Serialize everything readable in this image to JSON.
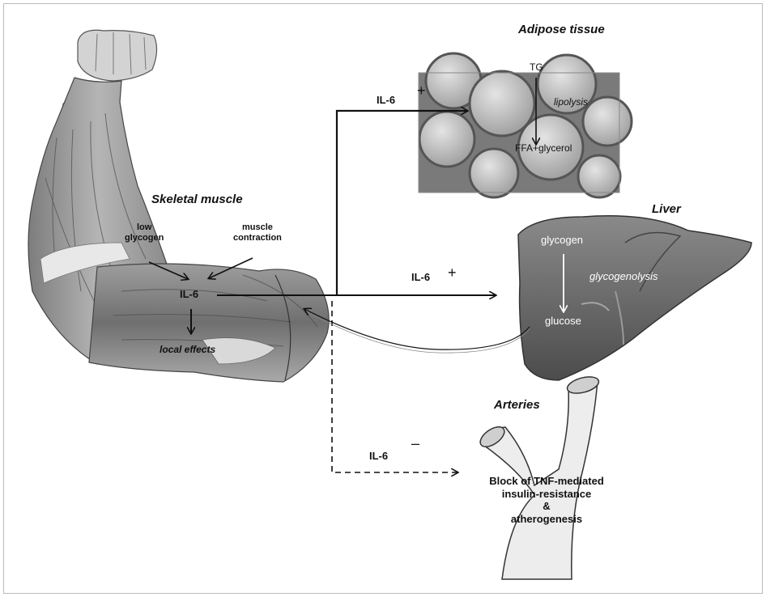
{
  "sections": {
    "adipose": "Adipose tissue",
    "skeletal": "Skeletal muscle",
    "liver": "Liver",
    "arteries": "Arteries"
  },
  "muscle": {
    "low_glycogen": "low\nglycogen",
    "muscle_contraction": "muscle\ncontraction",
    "il6": "IL-6",
    "local_effects": "local effects"
  },
  "adipose_tissue": {
    "il6": "IL-6",
    "sign": "+",
    "tg": "TG",
    "lipolysis": "lipolysis",
    "product": "FFA+glycerol"
  },
  "liver_panel": {
    "il6": "IL-6",
    "sign": "+",
    "glycogen": "glycogen",
    "glycogenolysis": "glycogenolysis",
    "glucose": "glucose"
  },
  "arteries_panel": {
    "il6": "IL-6",
    "sign": "–",
    "effect": "Block of TNF-mediated\ninsulin-resistance\n&\natherogenesis"
  },
  "colors": {
    "arrow": "#111111",
    "muscle": "#8a8a8a",
    "adipose_cell": "#bdbdbd",
    "liver": "#6e6e6e",
    "artery": "#ececec"
  }
}
